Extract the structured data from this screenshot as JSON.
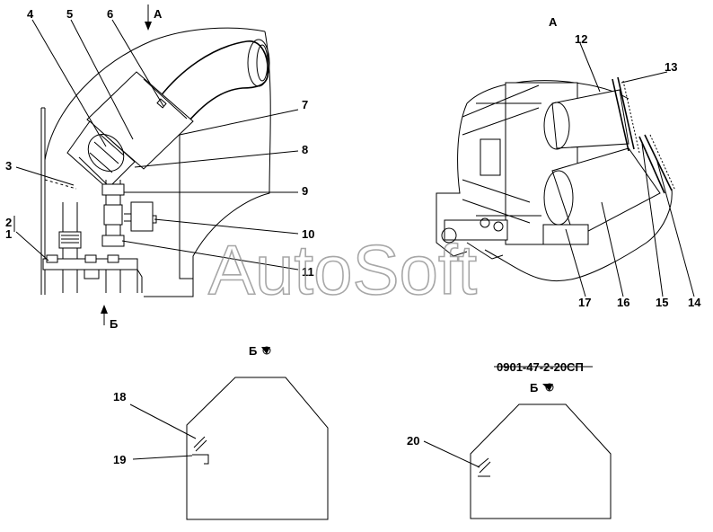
{
  "watermark": "AutoSoft",
  "drawing_code": "0901-47-2-20СП",
  "view_labels": {
    "arrow_a": "А",
    "arrow_b": "Б",
    "view_a": "А",
    "view_b_1": "Б",
    "view_b_2": "Б"
  },
  "callouts": {
    "c1": "1",
    "c2": "2",
    "c3": "3",
    "c4": "4",
    "c5": "5",
    "c6": "6",
    "c7": "7",
    "c8": "8",
    "c9": "9",
    "c10": "10",
    "c11": "11",
    "c12": "12",
    "c13": "13",
    "c14": "14",
    "c15": "15",
    "c16": "16",
    "c17": "17",
    "c18": "18",
    "c19": "19",
    "c20": "20"
  }
}
